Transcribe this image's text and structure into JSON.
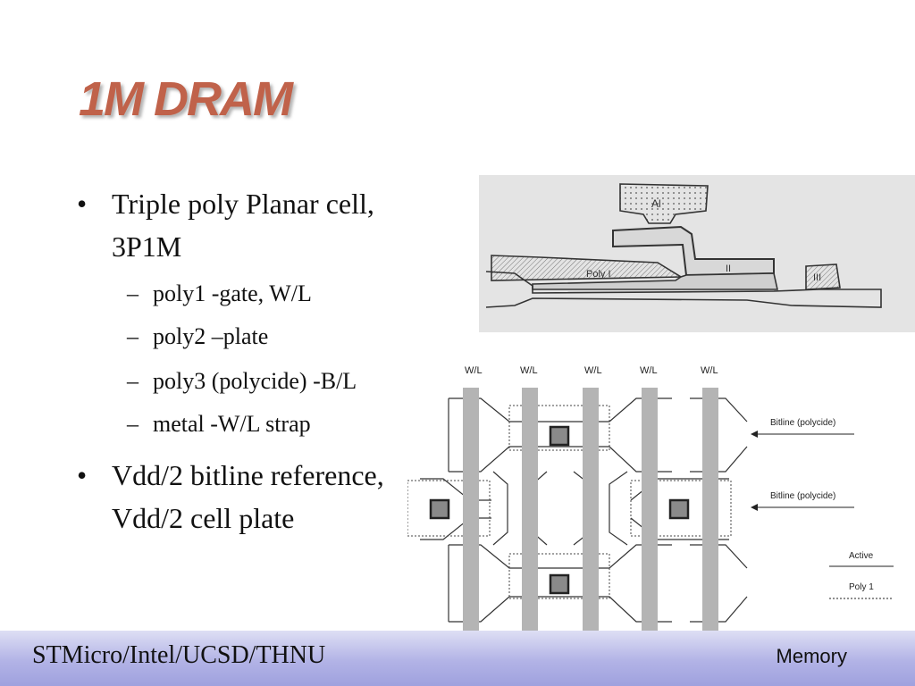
{
  "title": "1M DRAM",
  "bullets": [
    {
      "text": "Triple poly Planar cell, 3P1M",
      "sub": [
        "poly1 -gate, W/L",
        "poly2 –plate",
        "poly3 (polycide) -B/L",
        "metal -W/L strap"
      ]
    },
    {
      "text": "Vdd/2 bitline reference, Vdd/2 cell plate"
    }
  ],
  "bullet_symbol": "•",
  "dash_symbol": "–",
  "cross_section": {
    "labels": [
      "Al",
      "Poly I",
      "II",
      "III"
    ]
  },
  "layout_diagram": {
    "wl_labels": [
      "W/L",
      "W/L",
      "W/L",
      "W/L",
      "W/L"
    ],
    "bitline_labels": [
      "Bitline (polycide)",
      "Bitline (polycide)"
    ],
    "legend": [
      "Active",
      "Poly 1"
    ]
  },
  "footer": {
    "left": "STMicro/Intel/UCSD/THNU",
    "right": "Memory"
  },
  "colors": {
    "title": "#c0624a",
    "footer_gradient_top": "#dedff4",
    "footer_gradient_bottom": "#9fa1de",
    "poly_gray": "#b4b4b4"
  }
}
